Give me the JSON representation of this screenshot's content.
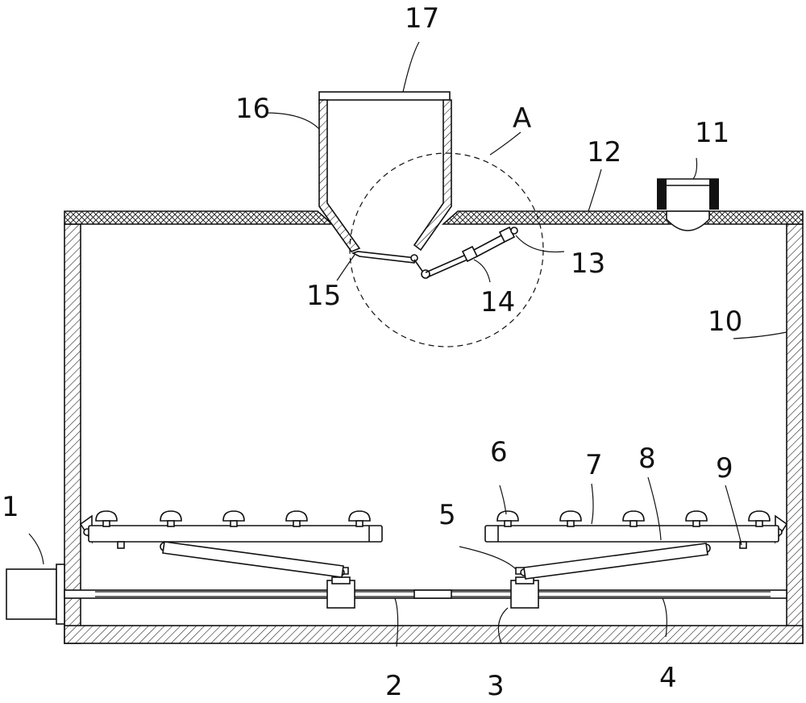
{
  "labels": {
    "l1": "1",
    "l2": "2",
    "l3": "3",
    "l4": "4",
    "l5": "5",
    "l6": "6",
    "l7": "7",
    "l8": "8",
    "l9": "9",
    "l10": "10",
    "l11": "11",
    "l12": "12",
    "l13": "13",
    "l14": "14",
    "l15": "15",
    "l16": "16",
    "l17": "17",
    "lA": "A"
  }
}
